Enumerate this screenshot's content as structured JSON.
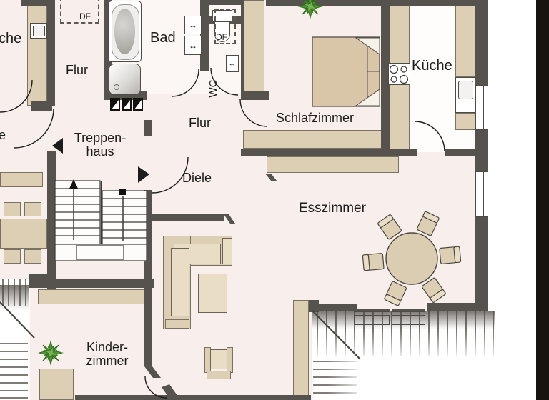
{
  "plan_title": "floor-plan-upper-storey",
  "labels": {
    "neighbor_kitchen": "che",
    "df_skylight_hall": "DF",
    "hall_upper": "Flur",
    "bathroom": "Bad",
    "df_skylight_wc": "DF",
    "wc": "WC",
    "hall_mid": "Flur",
    "stairwell_line1": "Treppen-",
    "stairwell_line2": "haus",
    "neighbor_room": "e",
    "entry_hall": "Diele",
    "bedroom": "Schlafzimmer",
    "kitchen": "Küche",
    "dining_room": "Esszimmer",
    "childrens_room_line1": "Kinder-",
    "childrens_room_line2": "zimmer"
  },
  "icons": {
    "radiator": "↔"
  },
  "colors": {
    "wall": "#56524e",
    "floor": "#f8efec",
    "kitchen_floor": "#fefdfb",
    "bath_floor": "#fcf7f4",
    "furniture": "#dccfb4",
    "furniture_border": "#7a7263",
    "furniture_light": "#e9ddc6",
    "bed": "#d9c6a8",
    "plant_green": "#4f9a30",
    "plant_dark": "#2e6b1d",
    "stair_fill": "#fdfcfa",
    "line": "#1c1c1c",
    "frame_black": "#171310"
  }
}
